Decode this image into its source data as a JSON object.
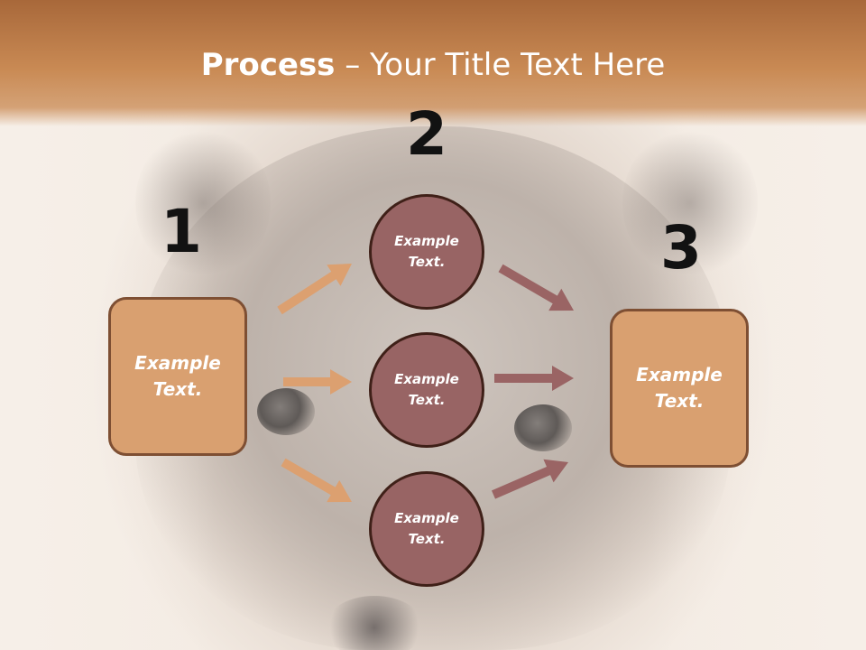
{
  "title": {
    "bold": "Process",
    "rest": " – Your Title Text Here"
  },
  "steps": {
    "one": "1",
    "two": "2",
    "three": "3"
  },
  "left_box": {
    "text": "Example\nText."
  },
  "right_box": {
    "text": "Example\nText."
  },
  "circles": [
    {
      "text": "Example\nText."
    },
    {
      "text": "Example\nText."
    },
    {
      "text": "Example\nText."
    }
  ],
  "colors": {
    "title_band": "#c98a54",
    "box_fill": "#d9a070",
    "box_border": "#7e4f33",
    "circle_fill": "#986464",
    "circle_border": "#3f2018",
    "arrow_in": "#dca070",
    "arrow_out": "#9a6464"
  }
}
